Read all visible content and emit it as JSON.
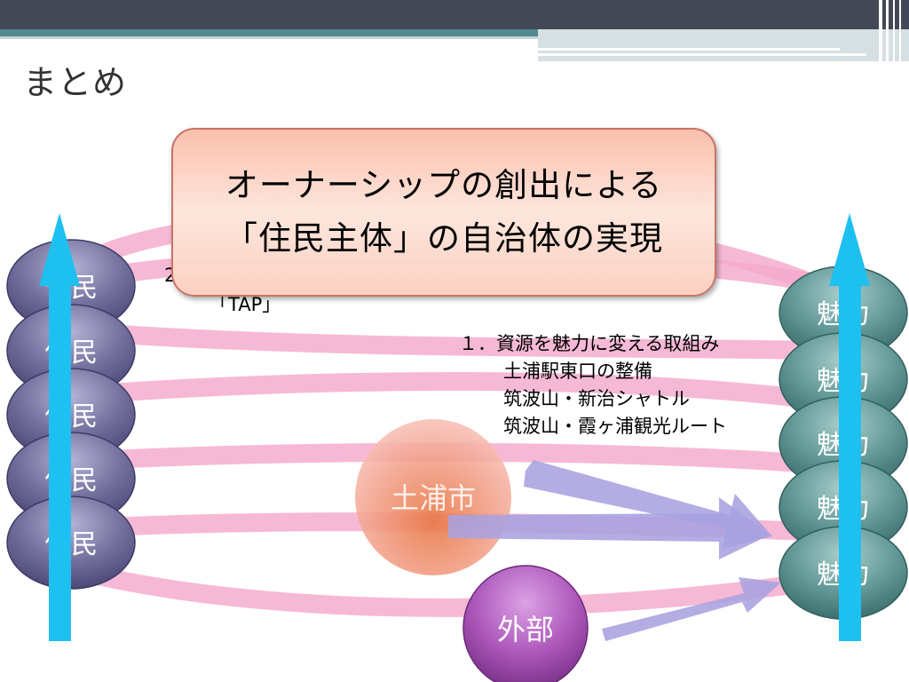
{
  "slide": {
    "title": "まとめ",
    "callout": {
      "line1": "オーナーシップの創出による",
      "line2": "「住民主体」の自治体の実現"
    },
    "hidden_fragments": {
      "number": "2",
      "tap": "「TAP」"
    },
    "list": {
      "heading": "１．資源を魅力に変える取組み",
      "items": [
        "土浦駅東口の整備",
        "筑波山・新治シャトル",
        "筑波山・霞ヶ浦観光ルート"
      ]
    },
    "residents": [
      "住民",
      "住民",
      "住民",
      "住民",
      "住民"
    ],
    "attractions": [
      "魅力",
      "魅力",
      "魅力",
      "魅力",
      "魅力"
    ],
    "city": "土浦市",
    "outside": "外部"
  },
  "colors": {
    "header_dark": "#444856",
    "header_teal": "#4e8a8d",
    "ring_pink": "#f4a9cc",
    "resident_purple": "#6e6b9c",
    "attraction_teal": "#5f9594",
    "up_arrow": "#1ec0f0",
    "flow_arrow": "#a8a2e0",
    "city_orange": "#e58058",
    "outside_purple": "#a953b7"
  }
}
